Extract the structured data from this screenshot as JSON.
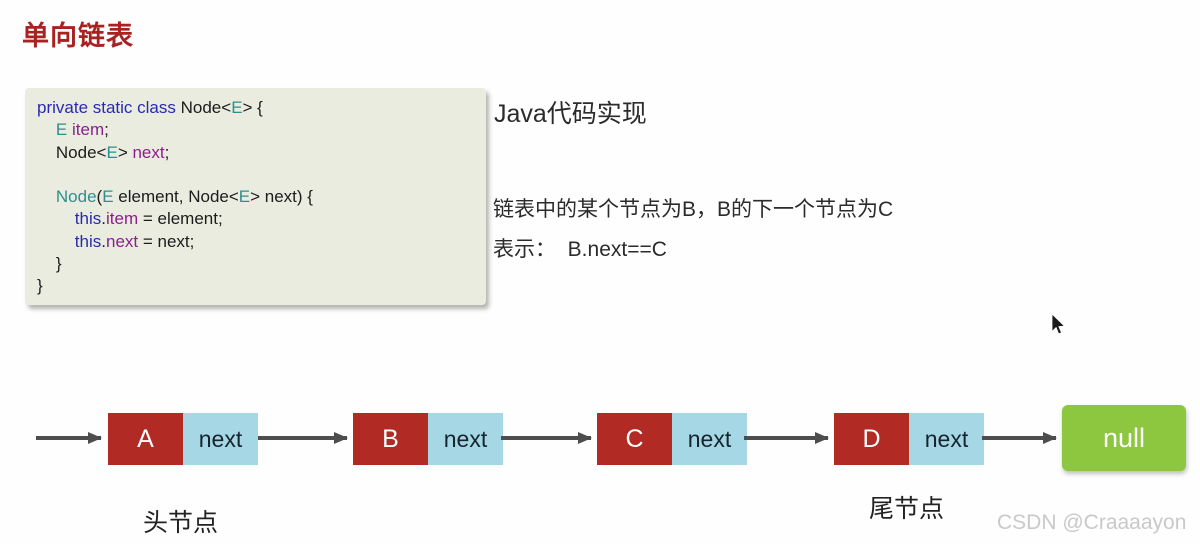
{
  "page": {
    "title": "单向链表",
    "watermark": "CSDN @Craaaayon"
  },
  "colors": {
    "title-red": "#a92222",
    "code-bg": "#e9ecdf",
    "code-keyword": "#2a2ab0",
    "code-type": "#2d8f8f",
    "code-field": "#8c1f8c",
    "code-plain": "#1c1c1c",
    "node-red": "#b12a24",
    "node-blue": "#a6d7e4",
    "null-green": "#8dc63f",
    "arrow-gray": "#4d4d4d",
    "watermark-gray": "#c9c9c9"
  },
  "code_panel": {
    "lines": [
      [
        {
          "t": "private static class ",
          "c": "kw"
        },
        {
          "t": "Node<",
          "c": "plain"
        },
        {
          "t": "E",
          "c": "type"
        },
        {
          "t": "> {",
          "c": "plain"
        }
      ],
      [
        {
          "t": "    ",
          "c": "plain"
        },
        {
          "t": "E",
          "c": "type"
        },
        {
          "t": " ",
          "c": "plain"
        },
        {
          "t": "item",
          "c": "field"
        },
        {
          "t": ";",
          "c": "plain"
        }
      ],
      [
        {
          "t": "    Node<",
          "c": "plain"
        },
        {
          "t": "E",
          "c": "type"
        },
        {
          "t": "> ",
          "c": "plain"
        },
        {
          "t": "next",
          "c": "field"
        },
        {
          "t": ";",
          "c": "plain"
        }
      ],
      [],
      [
        {
          "t": "    ",
          "c": "plain"
        },
        {
          "t": "Node",
          "c": "type"
        },
        {
          "t": "(",
          "c": "plain"
        },
        {
          "t": "E",
          "c": "type"
        },
        {
          "t": " element, Node<",
          "c": "plain"
        },
        {
          "t": "E",
          "c": "type"
        },
        {
          "t": "> next) {",
          "c": "plain"
        }
      ],
      [
        {
          "t": "        ",
          "c": "plain"
        },
        {
          "t": "this",
          "c": "kw"
        },
        {
          "t": ".",
          "c": "plain"
        },
        {
          "t": "item",
          "c": "field"
        },
        {
          "t": " = element;",
          "c": "plain"
        }
      ],
      [
        {
          "t": "        ",
          "c": "plain"
        },
        {
          "t": "this",
          "c": "kw"
        },
        {
          "t": ".",
          "c": "plain"
        },
        {
          "t": "next",
          "c": "field"
        },
        {
          "t": " = next;",
          "c": "plain"
        }
      ],
      [
        {
          "t": "    }",
          "c": "plain"
        }
      ],
      [
        {
          "t": "}",
          "c": "plain"
        }
      ]
    ]
  },
  "notes": {
    "heading": "Java代码实现",
    "line1": "链表中的某个节点为B，B的下一个节点为C",
    "line2": "表示：  B.next==C"
  },
  "diagram": {
    "nodes": [
      {
        "label": "A",
        "next_label": "next"
      },
      {
        "label": "B",
        "next_label": "next"
      },
      {
        "label": "C",
        "next_label": "next"
      },
      {
        "label": "D",
        "next_label": "next"
      }
    ],
    "null_label": "null",
    "head_label": "头节点",
    "tail_label": "尾节点"
  }
}
